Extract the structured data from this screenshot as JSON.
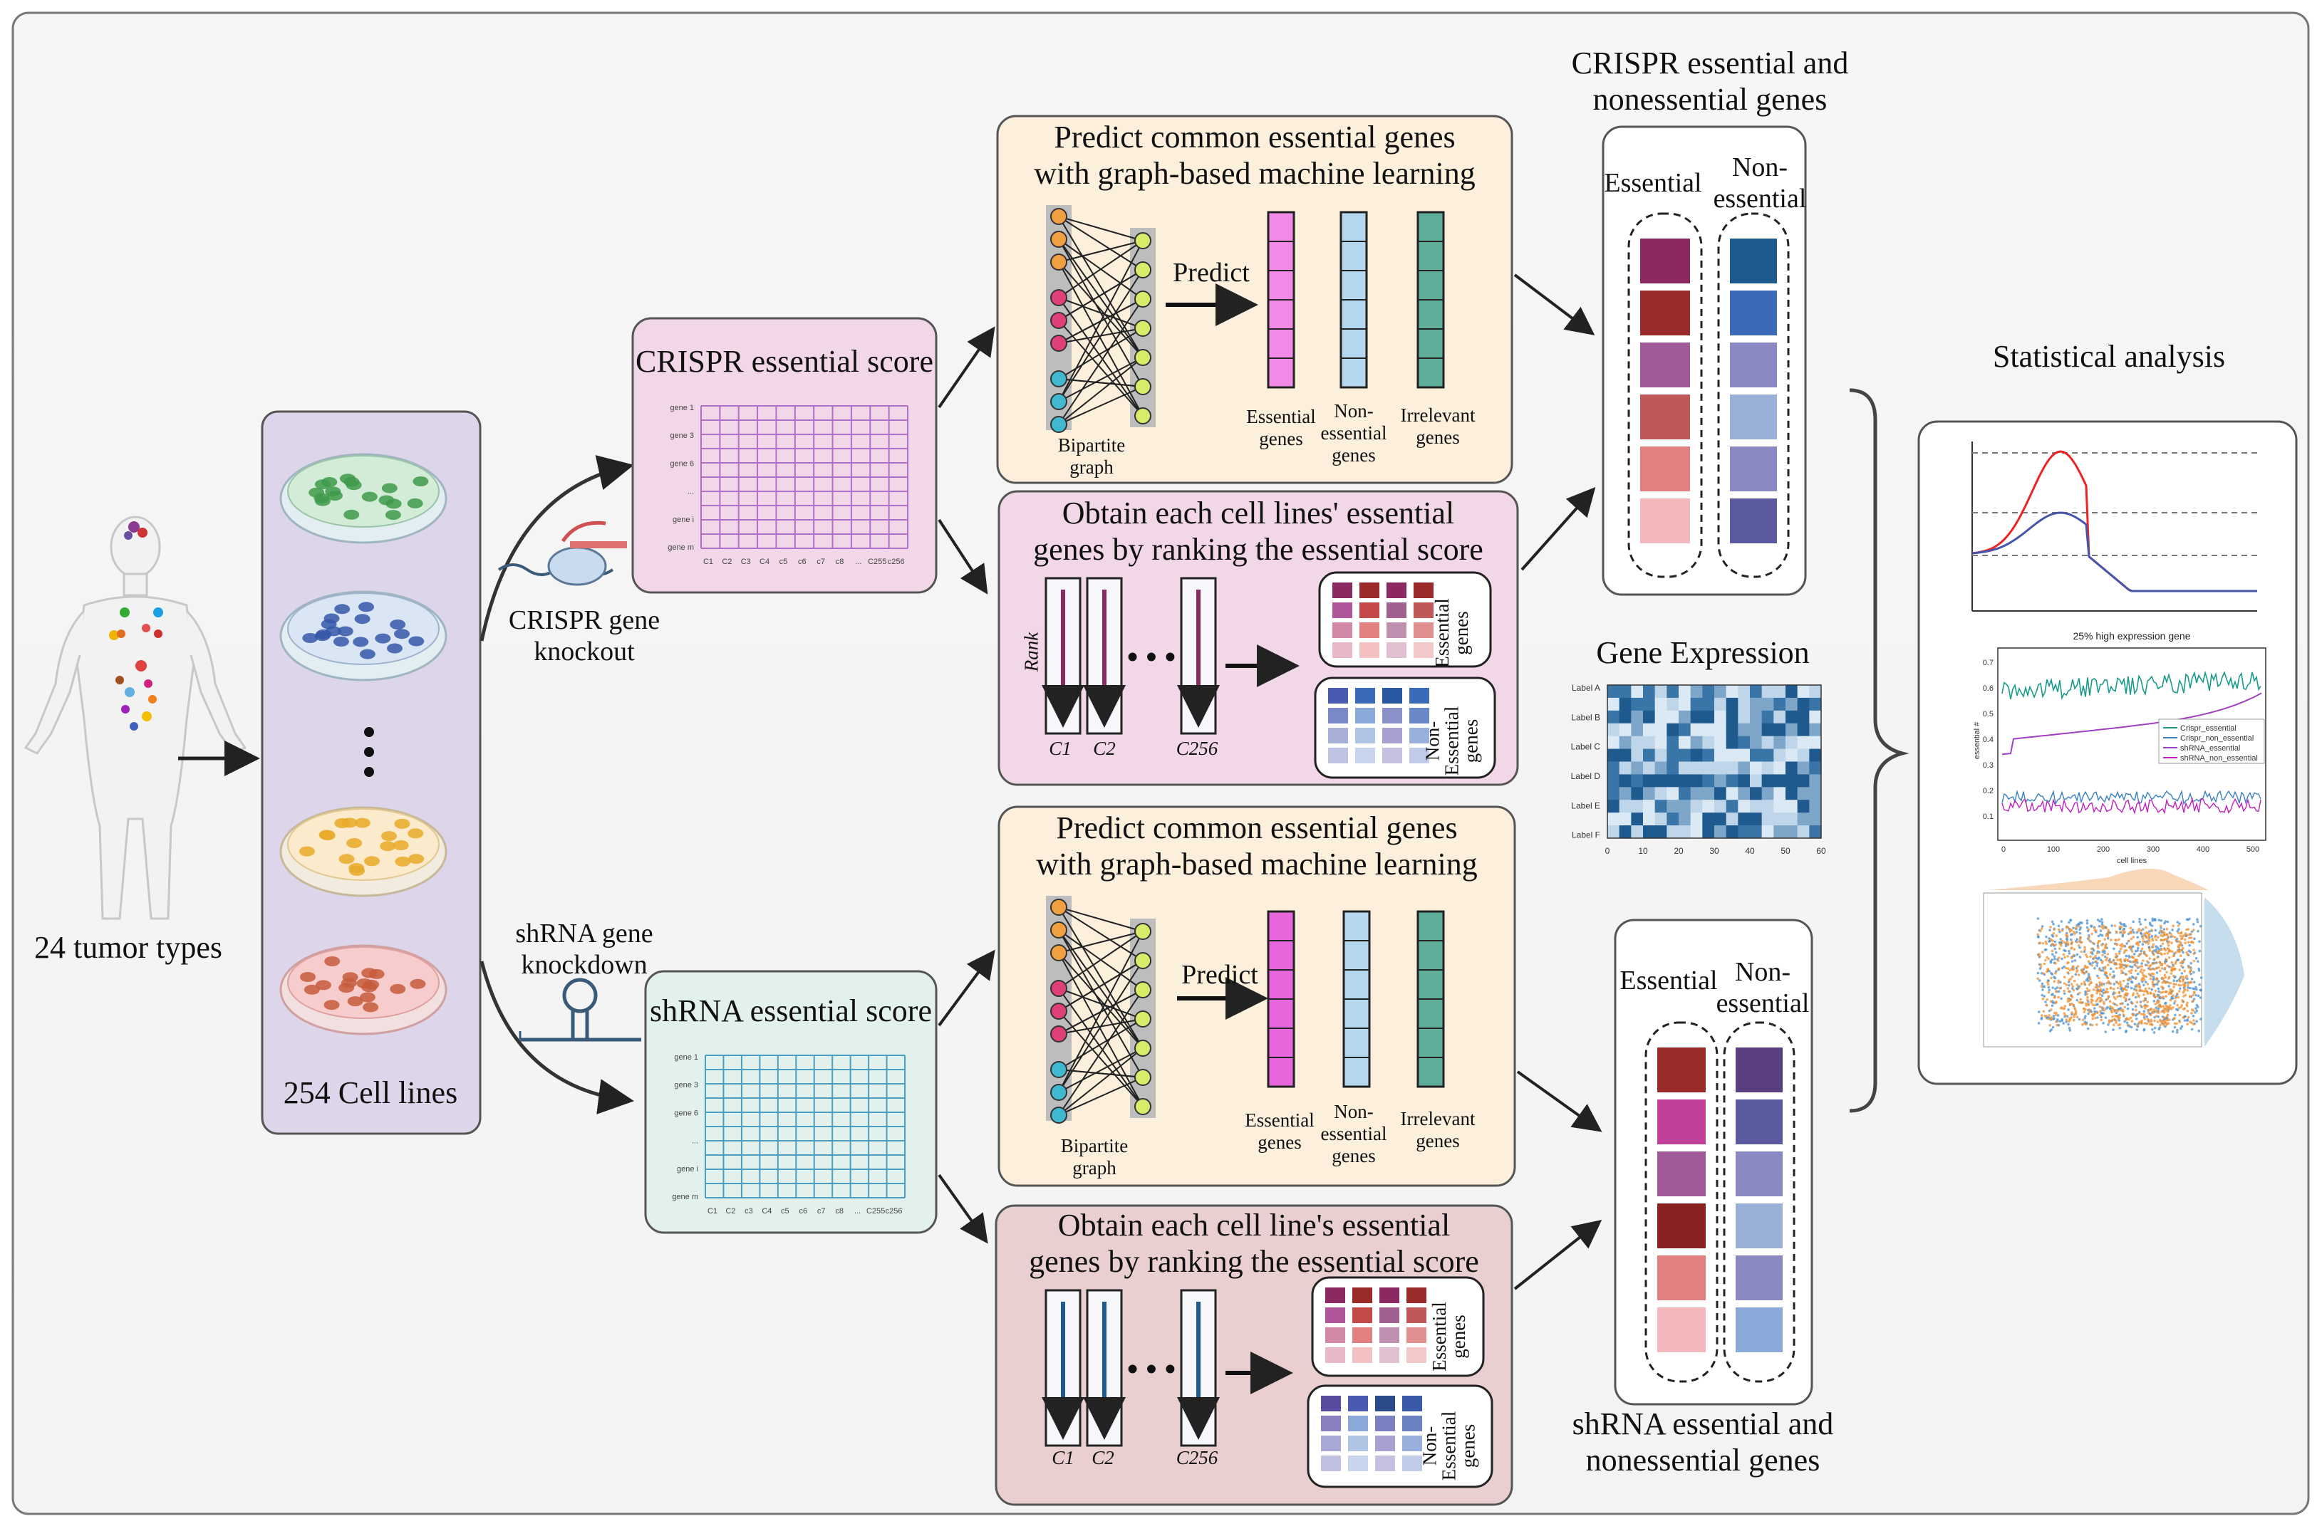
{
  "left": {
    "tumor_types_label": "24 tumor types",
    "cell_lines_label": "254 Cell lines"
  },
  "crispr": {
    "score_title": "CRISPR essential score",
    "knockout_label": [
      "CRISPR gene",
      "knockout"
    ],
    "row_labels": [
      "gene 1",
      "gene 3",
      "gene 6",
      "...",
      "gene i",
      "gene m"
    ],
    "col_labels": [
      "C1",
      "C2",
      "C3",
      "C4",
      "c5",
      "c6",
      "c7",
      "c8",
      "...",
      "C255",
      "c256"
    ],
    "predict_title": [
      "Predict common essential genes",
      "with graph-based machine learning"
    ],
    "predict_label": "Predict",
    "bipartite_label": [
      "Bipartite",
      "graph"
    ],
    "bar_labels": [
      [
        "Essential",
        "genes"
      ],
      [
        "Non-",
        "essential",
        "genes"
      ],
      [
        "Irrelevant",
        "genes"
      ]
    ],
    "rank_title": [
      "Obtain each cell lines' essential",
      "genes by ranking the essential score"
    ],
    "rank_axis_label": "Rank",
    "col_names": [
      "C1",
      "C2",
      "C256"
    ],
    "ellipsis": "• • •",
    "essential_box_label": [
      "Essential",
      "genes"
    ],
    "nonessential_box_label": [
      "Non-",
      "Essential",
      "genes"
    ],
    "output_title": [
      "CRISPR essential and",
      "nonessential genes"
    ],
    "output_col_labels": [
      [
        "Essential"
      ],
      [
        "Non-",
        "essential"
      ]
    ]
  },
  "shrna": {
    "score_title": "shRNA essential score",
    "knockdown_label": [
      "shRNA gene",
      "knockdown"
    ],
    "row_labels": [
      "gene 1",
      "gene 3",
      "gene 6",
      "...",
      "gene i",
      "gene m"
    ],
    "col_labels": [
      "C1",
      "C2",
      "c3",
      "C4",
      "c5",
      "c6",
      "c7",
      "c8",
      "...",
      "C255",
      "c256"
    ],
    "predict_title": [
      "Predict common essential genes",
      "with graph-based machine learning"
    ],
    "predict_label": "Predict",
    "bipartite_label": [
      "Bipartite",
      "graph"
    ],
    "bar_labels": [
      [
        "Essential",
        "genes"
      ],
      [
        "Non-",
        "essential",
        "genes"
      ],
      [
        "Irrelevant",
        "genes"
      ]
    ],
    "rank_title": [
      "Obtain each cell line's essential",
      "genes by ranking the essential score"
    ],
    "col_names": [
      "C1",
      "C2",
      "C256"
    ],
    "ellipsis": "• • •",
    "essential_box_label": [
      "Essential",
      "genes"
    ],
    "nonessential_box_label": [
      "Non-",
      "Essential",
      "genes"
    ],
    "output_title": [
      "shRNA essential and",
      "nonessential genes"
    ],
    "output_col_labels": [
      [
        "Essential"
      ],
      [
        "Non-",
        "essential"
      ]
    ]
  },
  "gene_expression": {
    "title": "Gene Expression",
    "row_labels": [
      "Label A",
      "Label B",
      "Label C",
      "Label D",
      "Label E",
      "Label F"
    ],
    "x_ticks": [
      "0",
      "10",
      "20",
      "30",
      "40",
      "50",
      "60"
    ]
  },
  "stats": {
    "title": "Statistical analysis",
    "line_chart_title": "25% high expression gene",
    "line_chart_ylabel": "essential #",
    "line_chart_xlabel": "cell lines",
    "line_chart_yticks": [
      "0.7",
      "0.6",
      "0.5",
      "0.4",
      "0.3",
      "0.2",
      "0.1"
    ],
    "line_chart_xticks": [
      "0",
      "100",
      "200",
      "300",
      "400",
      "500"
    ],
    "legend": [
      "Crispr_essential",
      "Crispr_non_essential",
      "shRNA_essential",
      "shRNA_non_essential"
    ]
  },
  "colors": {
    "crispr_score_bg": "#f1d7e7",
    "shrna_score_bg": "#e3f1ec",
    "predict_bg": "#fcefdc",
    "rank_bg_crispr": "#f1d7e7",
    "rank_bg_shrna": "#e9cfcf",
    "cell_panel_bg": "#ddd6ea"
  }
}
